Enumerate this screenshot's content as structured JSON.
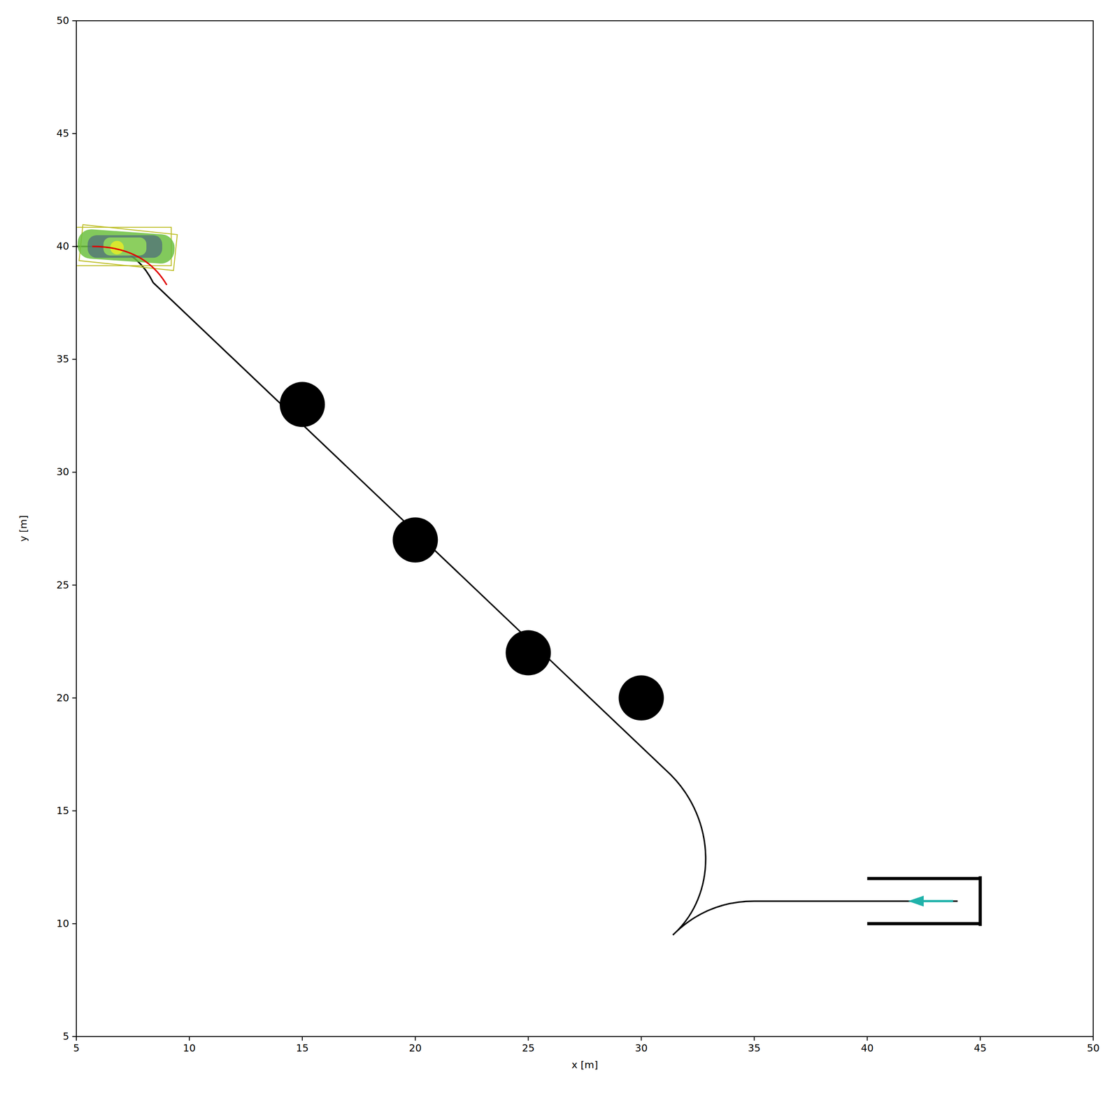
{
  "diagram": {
    "labels": [
      "50",
      "45",
      "40",
      "35",
      "30",
      "25",
      "20",
      "15",
      "10",
      "5",
      "5",
      "10",
      "15",
      "20",
      "25",
      "30",
      "35",
      "40",
      "45",
      "50",
      "y [m]",
      "x [m]"
    ]
  }
}
